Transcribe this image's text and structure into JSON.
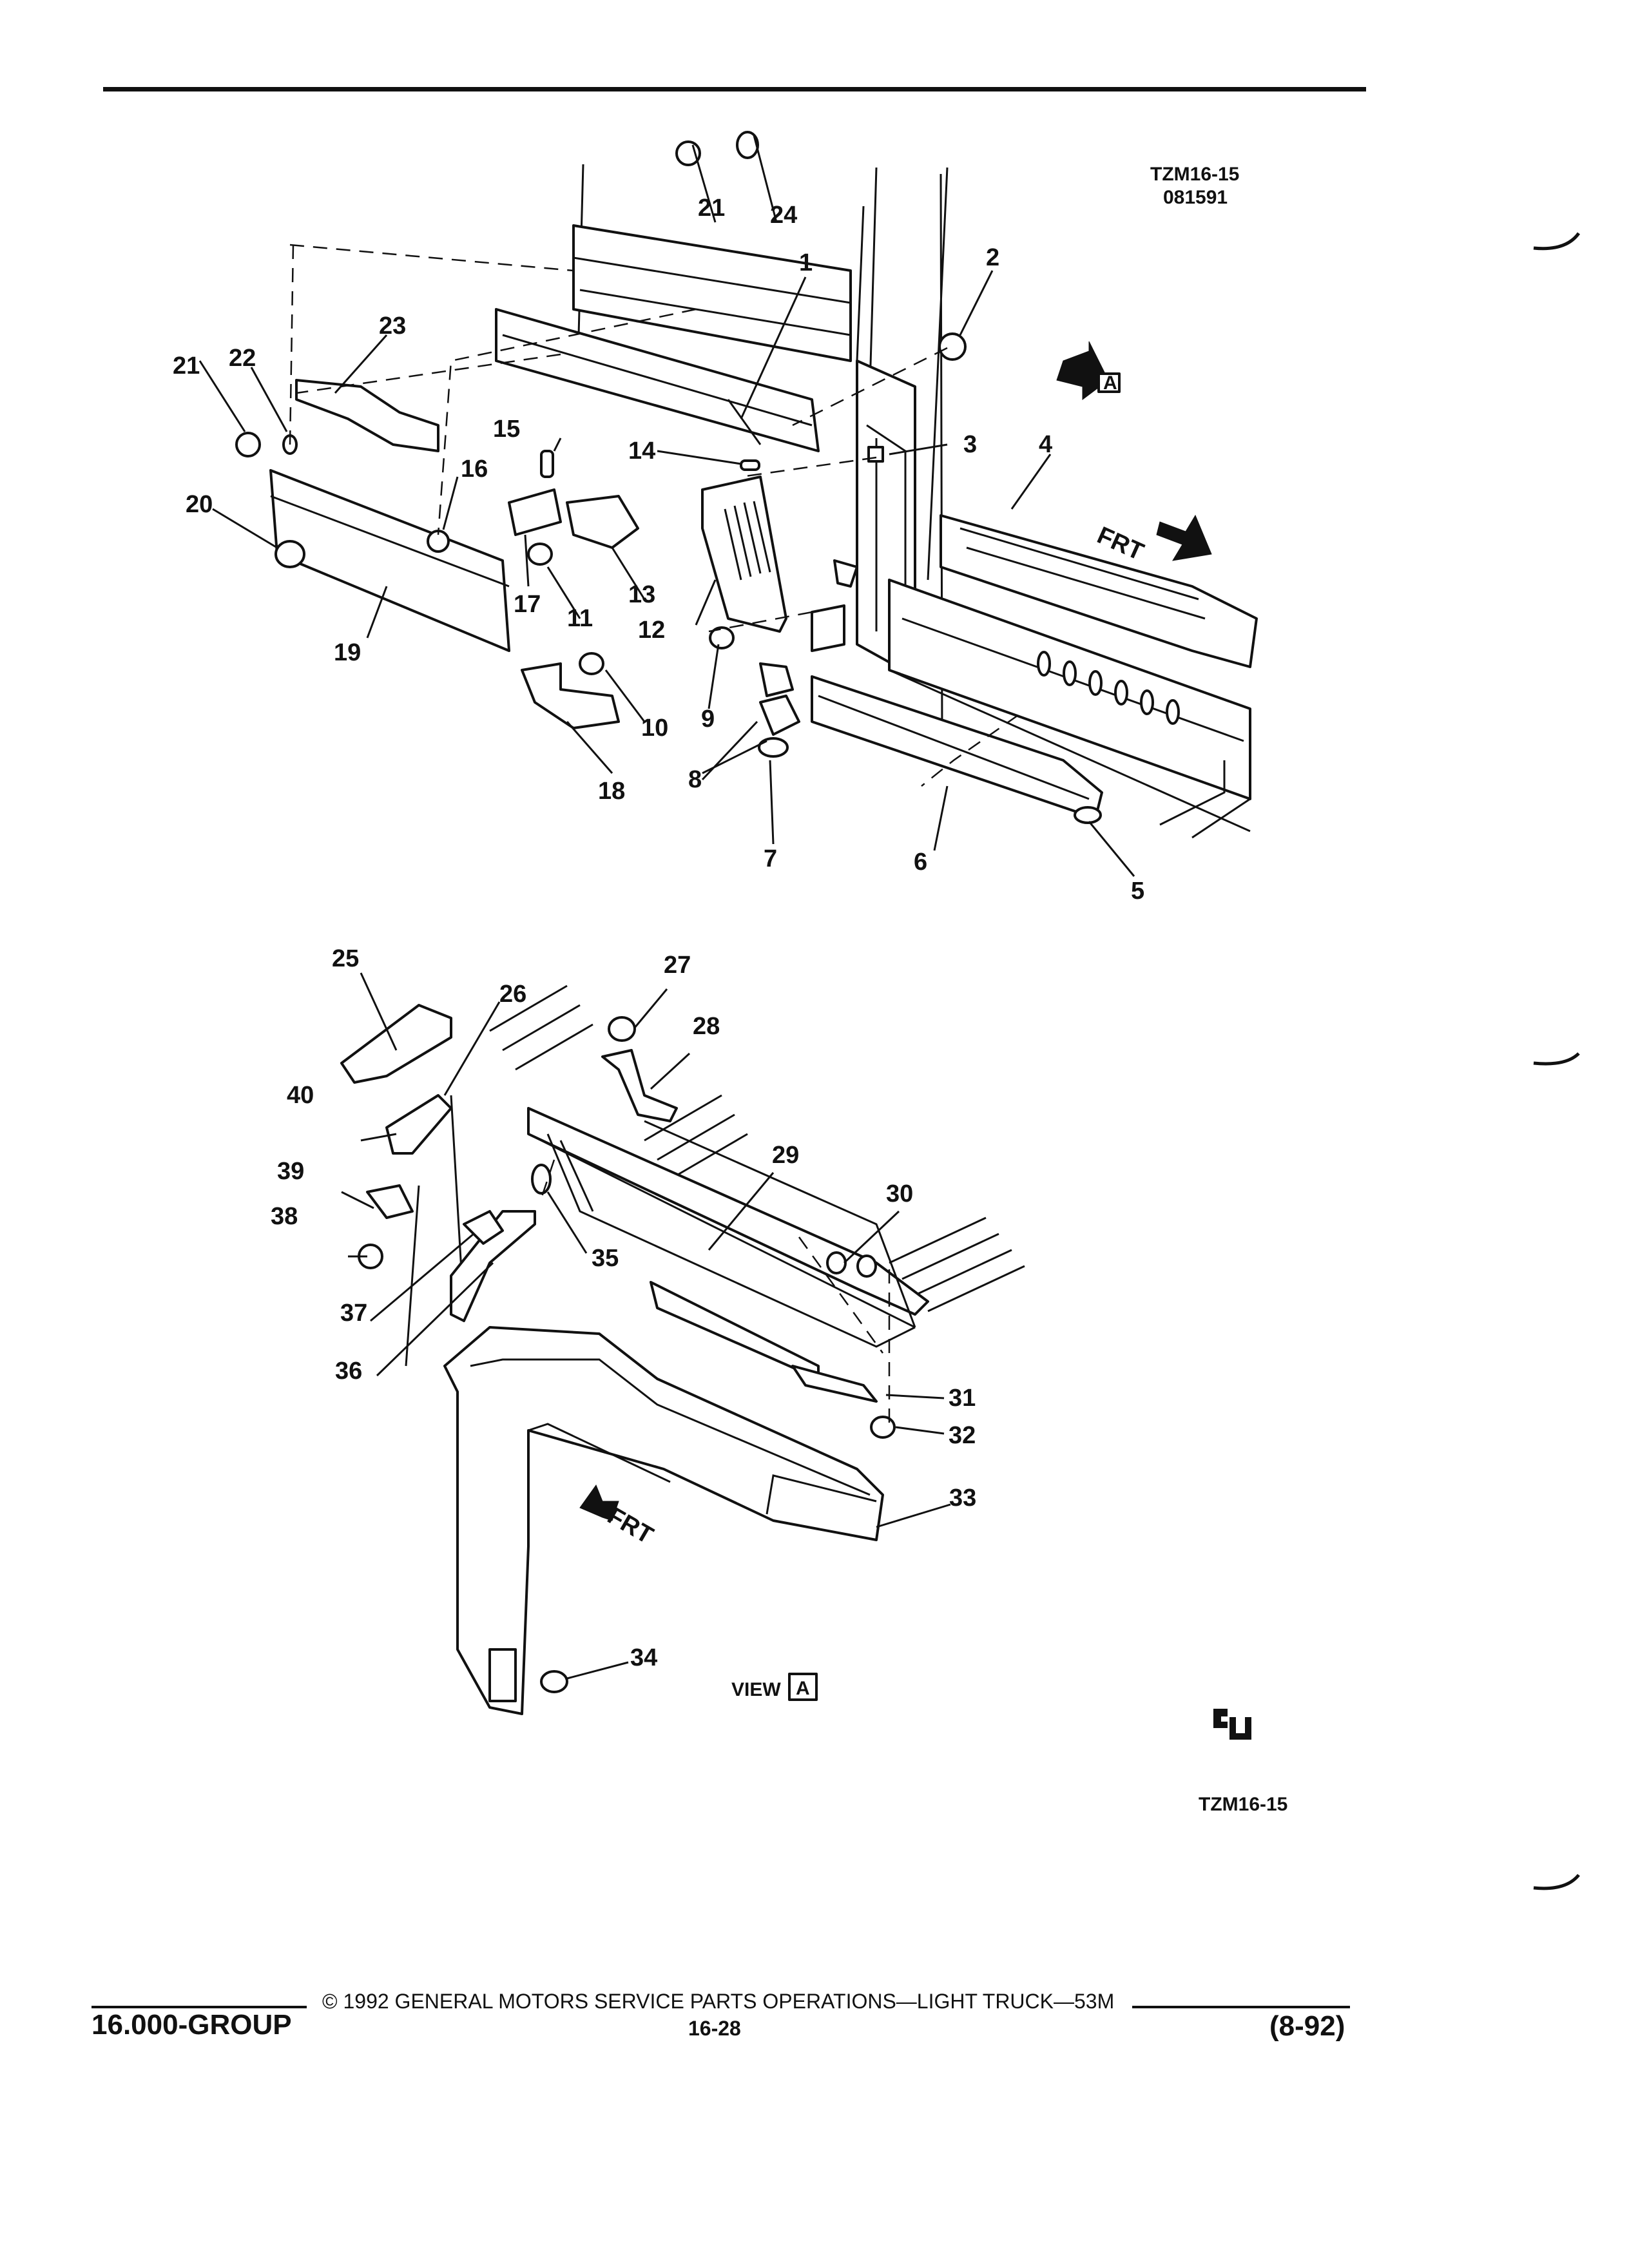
{
  "header": {
    "figure_code": "TZM16-15",
    "figure_date": "081591"
  },
  "diagram": {
    "top_callouts": [
      "1",
      "2",
      "3",
      "4",
      "5",
      "6",
      "7",
      "8",
      "9",
      "10",
      "11",
      "12",
      "13",
      "14",
      "15",
      "16",
      "17",
      "18",
      "19",
      "20",
      "21",
      "21",
      "22",
      "23",
      "24"
    ],
    "bottom_callouts": [
      "25",
      "26",
      "27",
      "28",
      "29",
      "30",
      "31",
      "32",
      "33",
      "34",
      "35",
      "36",
      "37",
      "38",
      "39",
      "40"
    ],
    "frt_label_top": "FRT",
    "frt_label_bottom": "FRT",
    "view_ref_letter": "A",
    "view_label": "VIEW",
    "view_letter": "A",
    "bottom_figure_code": "TZM16-15",
    "logo_text": "GM"
  },
  "footer": {
    "group": "16.000-GROUP",
    "copyright": "© 1992 GENERAL MOTORS SERVICE PARTS OPERATIONS—LIGHT TRUCK—53M",
    "page": "16-28",
    "date": "(8-92)"
  }
}
